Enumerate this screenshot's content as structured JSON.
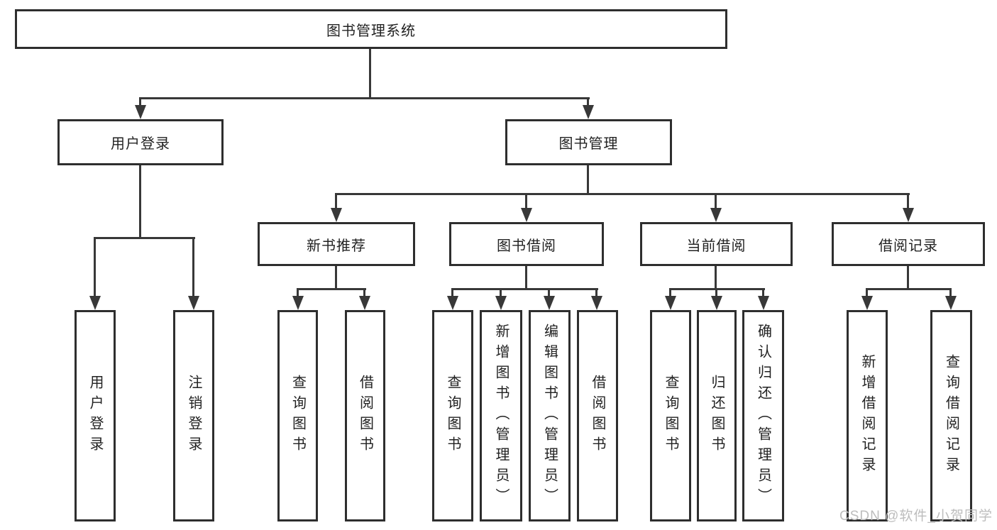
{
  "tree": {
    "root": "图书管理系统",
    "branches": [
      {
        "label": "用户登录",
        "children": [
          "用户登录",
          "注销登录"
        ]
      },
      {
        "label": "图书管理",
        "groups": [
          {
            "label": "新书推荐",
            "children": [
              "查询图书",
              "借阅图书"
            ]
          },
          {
            "label": "图书借阅",
            "children": [
              "查询图书",
              "新增图书（管理员）",
              "编辑图书（管理员）",
              "借阅图书"
            ]
          },
          {
            "label": "当前借阅",
            "children": [
              "查询图书",
              "归还图书",
              "确认归还（管理员）"
            ]
          },
          {
            "label": "借阅记录",
            "children": [
              "新增借阅记录",
              "查询借阅记录"
            ]
          }
        ]
      }
    ]
  },
  "watermark": {
    "text": "CSDN @软件_小贺同学"
  },
  "colors": {
    "line": "#383838",
    "box_border": "#2e2e2e",
    "text": "#222222",
    "background": "#ffffff",
    "watermark": "#bdbdbd"
  }
}
